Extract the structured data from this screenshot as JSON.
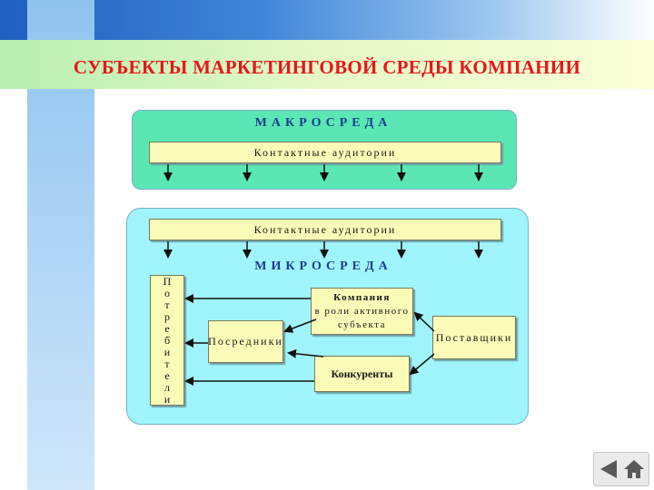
{
  "title": "СУБЪЕКТЫ МАРКЕТИНГОВОЙ СРЕДЫ КОМПАНИИ",
  "macro": {
    "title": "МАКРОСРЕДА",
    "audiences": "Контактные аудитории"
  },
  "micro": {
    "title": "МИКРОСРЕДА",
    "audiences": "Контактные аудитории",
    "consumers": [
      "П",
      "о",
      "т",
      "р",
      "е",
      "б",
      "и",
      "т",
      "е",
      "л",
      "и"
    ],
    "company_line1": "Компания",
    "company_line2": "в роли активного",
    "company_line3": "субъекта",
    "intermediaries": "Посредники",
    "suppliers": "Поставщики",
    "competitors": "Конкуренты"
  },
  "nav": {
    "back_icon": "back-arrow-icon",
    "home_icon": "home-icon"
  },
  "colors": {
    "title": "#e8161b",
    "macro_bg": "#5be7b4",
    "micro_bg": "#9ff5fb",
    "box_bg": "#fbfbb8",
    "panel_title": "#1a3d8f"
  }
}
